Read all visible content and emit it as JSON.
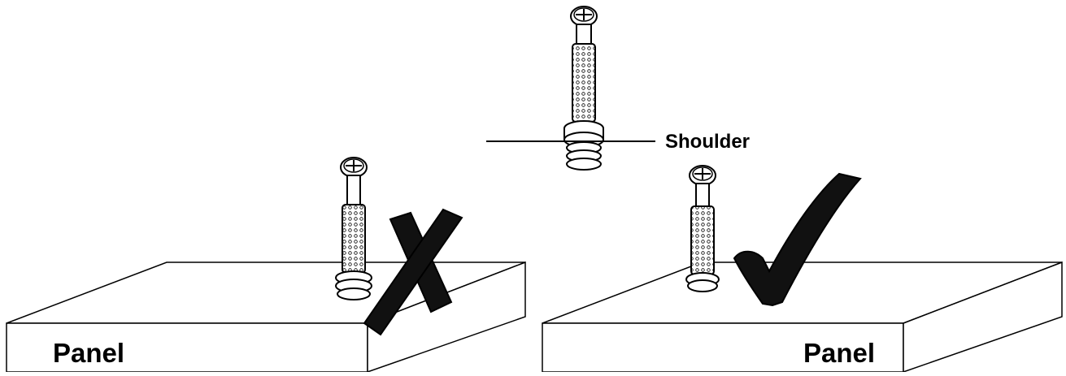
{
  "labels": {
    "shoulder": "Shoulder",
    "panel_left": "Panel",
    "panel_right": "Panel"
  },
  "marks": {
    "incorrect": "cross-mark",
    "correct": "check-mark"
  },
  "colors": {
    "line": "#000000",
    "fill_dark": "#111111",
    "background": "#ffffff"
  }
}
